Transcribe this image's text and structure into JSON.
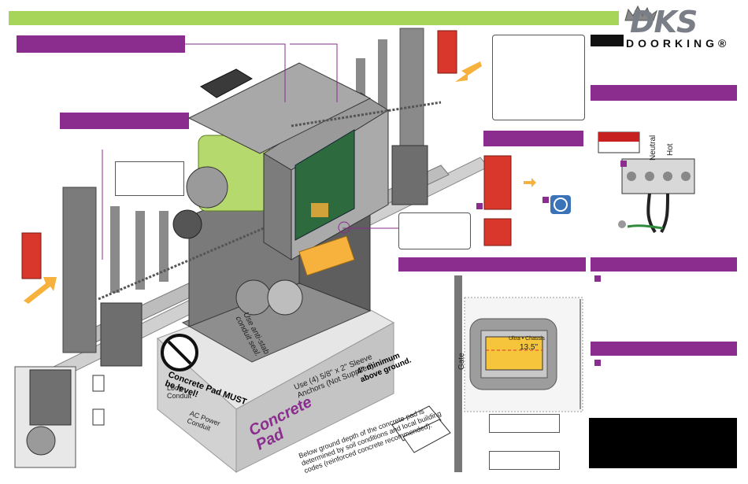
{
  "brand": {
    "logo_text": "DKS",
    "logo_subtext": "DOORKING®"
  },
  "diagram_labels": {
    "concrete_pad": "Concrete Pad",
    "pad_level": "Concrete Pad MUST be level!",
    "anchors": "Use (4) 5/8\" x 2\" Sleeve Anchors (Not Supplied).",
    "above_ground": "4\" minimum above ground.",
    "conduit": "Use anti-stab conduit seal.",
    "loop_conduit": "Loop Conduit",
    "ac_power_conduit": "AC Power Conduit",
    "below_ground": "Below ground depth of the concrete pad is determined by soil conditions and local building codes (reinforced concrete recommended).",
    "dimension": "13.5\"",
    "gate": "Gate",
    "wiring_neutral": "Neutral",
    "wiring_hot": "Hot",
    "pad_plate_label": "Ultra • Chassis"
  },
  "colors": {
    "accent_green": "#a6d55a",
    "accent_purple": "#8a2d8e"
  }
}
